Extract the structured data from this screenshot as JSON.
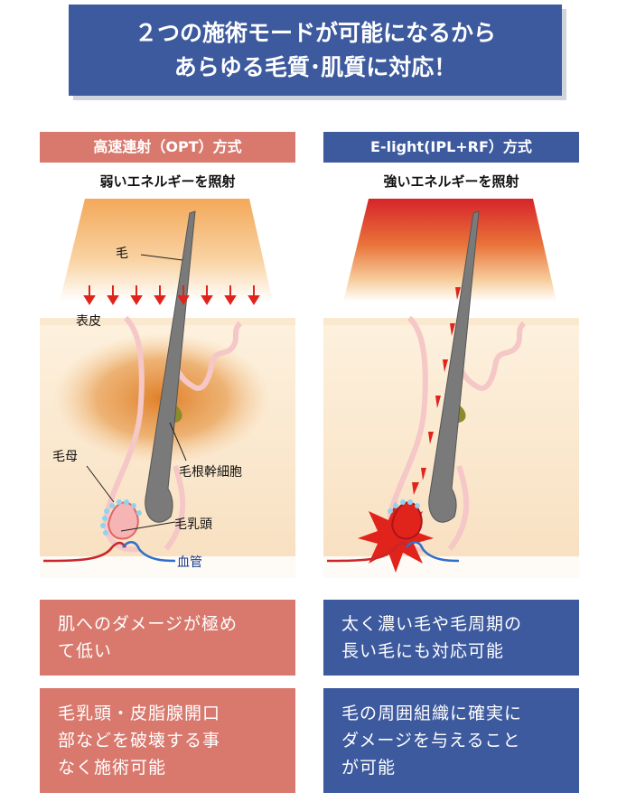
{
  "header": {
    "line1": "２つの施術モードが可能になるから",
    "line2": "あらゆる毛質･肌質に対応！"
  },
  "left": {
    "mode": "高速連射（OPT）方式",
    "energy": "弱いエネルギーを照射",
    "labels": {
      "hair": "毛",
      "epidermis": "表皮",
      "hair_matrix": "毛母",
      "bulge_stem_cells": "毛根幹細胞",
      "dermal_papilla": "毛乳頭",
      "blood_vessel": "血管"
    },
    "box1": [
      "肌へのダメージが極め",
      "て低い"
    ],
    "box2": [
      "毛乳頭・皮脂腺開口",
      "部などを破壊する事",
      "なく施術可能"
    ]
  },
  "right": {
    "mode": "E-light(IPL+RF）方式",
    "energy": "強いエネルギーを照射",
    "box1": [
      "太く濃い毛や毛周期の",
      "長い毛にも対応可能"
    ],
    "box2": [
      "毛の周囲組織に確実に",
      "ダメージを与えること",
      "が可能"
    ]
  },
  "colors": {
    "header_bg": "#3d5a9e",
    "left_accent": "#d9796e",
    "right_accent": "#3d5a9e",
    "skin_top": "#fbe7c8",
    "skin_bottom": "#f7dcb8",
    "arrow_red": "#e0231b",
    "blood_red": "#c9252b",
    "blood_blue": "#2f6fcb"
  }
}
